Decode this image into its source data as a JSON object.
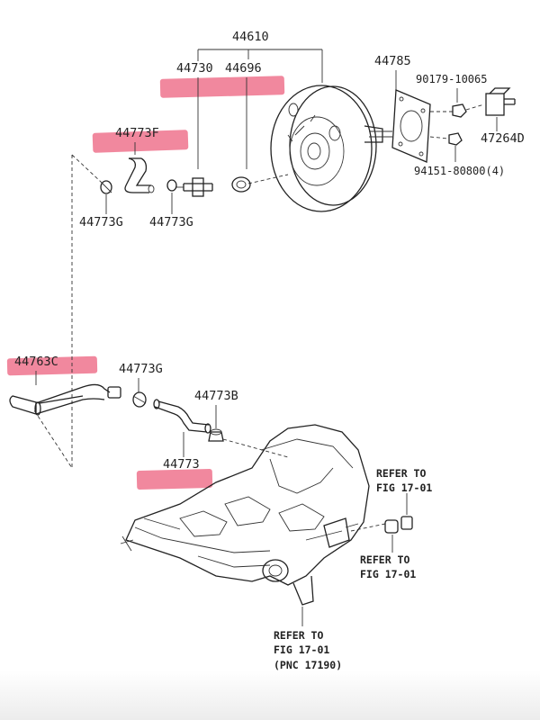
{
  "labels": {
    "l44610": "44610",
    "l44730": "44730",
    "l44696": "44696",
    "l44785": "44785",
    "l90179": "90179-10065",
    "l47264D": "47264D",
    "l94151": "94151-80800(4)",
    "l44773F": "44773F",
    "l44773G_a": "44773G",
    "l44773G_b": "44773G",
    "l44763C": "44763C",
    "l44773G_c": "44773G",
    "l44773B": "44773B",
    "l44773": "44773",
    "refer_a_1": "REFER TO",
    "refer_a_2": "FIG 17-01",
    "refer_b_1": "REFER TO",
    "refer_b_2": "FIG 17-01",
    "refer_c_1": "REFER TO",
    "refer_c_2": "FIG 17-01",
    "refer_c_3": "(PNC 17190)"
  },
  "highlight_color": "#f07b94"
}
